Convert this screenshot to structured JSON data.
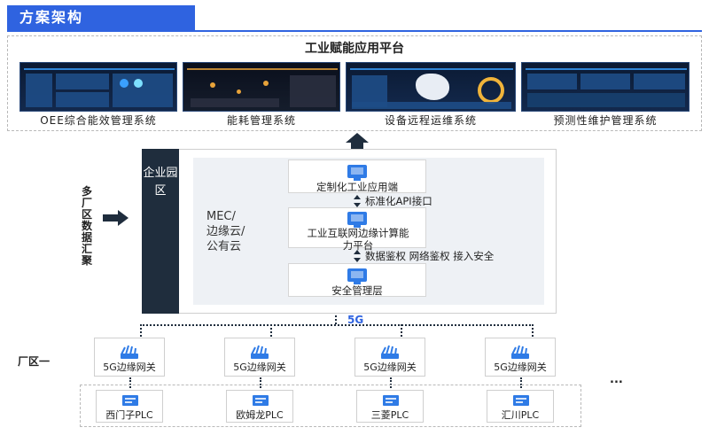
{
  "header": {
    "title": "方案架构"
  },
  "platform": {
    "title": "工业赋能应用平台",
    "systems": [
      {
        "label": "OEE综合能效管理系统"
      },
      {
        "label": "能耗管理系统"
      },
      {
        "label": "设备远程运维系统"
      },
      {
        "label": "预测性维护管理系统"
      }
    ]
  },
  "left": {
    "multi_area": "多厂区数据汇聚"
  },
  "park": {
    "label": "企业园区"
  },
  "cloud": {
    "label_lines": [
      "MEC/",
      "边缘云/",
      "公有云"
    ]
  },
  "layers": [
    {
      "label": "定制化工业应用端"
    },
    {
      "label": "工业互联网边缘计算能力平台"
    },
    {
      "label": "安全管理层"
    }
  ],
  "links": [
    {
      "label": "标准化API接口"
    },
    {
      "label": "数据鉴权 网络鉴权 接入安全"
    }
  ],
  "network": {
    "label": "5G"
  },
  "factory": {
    "label": "厂区一"
  },
  "gateways": [
    {
      "label": "5G边缘网关"
    },
    {
      "label": "5G边缘网关"
    },
    {
      "label": "5G边缘网关"
    },
    {
      "label": "5G边缘网关"
    }
  ],
  "plcs": [
    {
      "label": "西门子PLC"
    },
    {
      "label": "欧姆龙PLC"
    },
    {
      "label": "三菱PLC"
    },
    {
      "label": "汇川PLC"
    }
  ],
  "more": "...",
  "colors": {
    "accent": "#2f63e0",
    "dark": "#1f2d3d",
    "icon": "#2f7be6"
  }
}
